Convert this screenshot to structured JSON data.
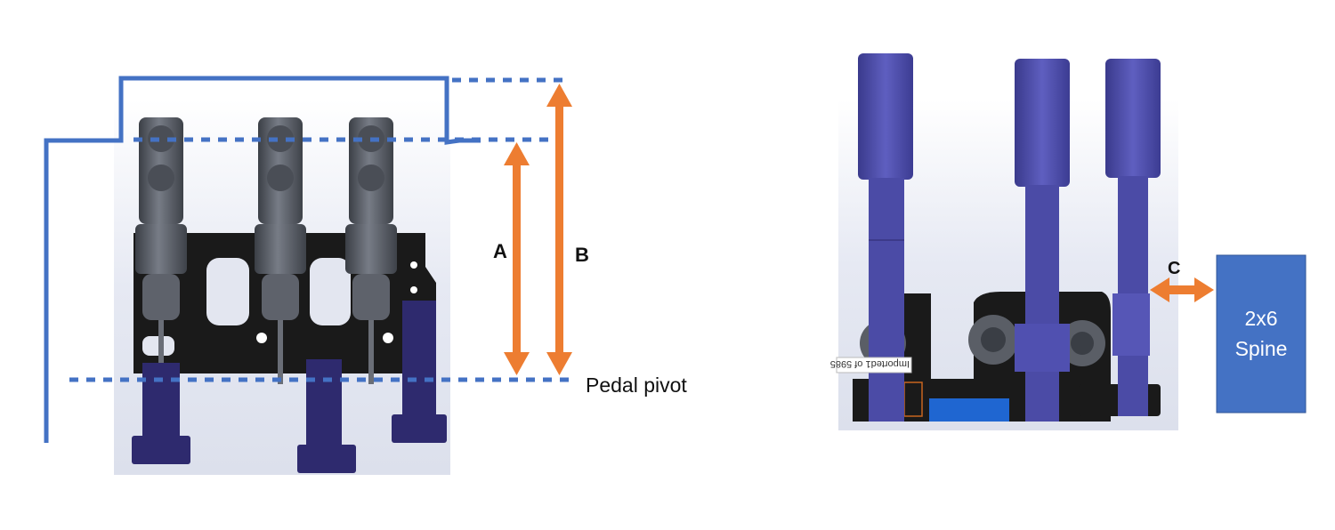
{
  "labels": {
    "a": "A",
    "b": "B",
    "c": "C",
    "pivot": "Pedal pivot",
    "spine_line1": "2x6",
    "spine_line2": "Spine",
    "stamp": "Imported1 of 5985"
  },
  "colors": {
    "outline_blue": "#4472C4",
    "arrow_orange": "#ED7D31",
    "spine_fill": "#4472C4",
    "pedal_purple": "#4F4FA8",
    "pedal_dark": "#2E2A6E",
    "bracket_black": "#1A1A1A",
    "cylinder_gray": "#5A5E66",
    "bar_blue": "#1F66D1",
    "background_panel": "#E9ECF5"
  }
}
